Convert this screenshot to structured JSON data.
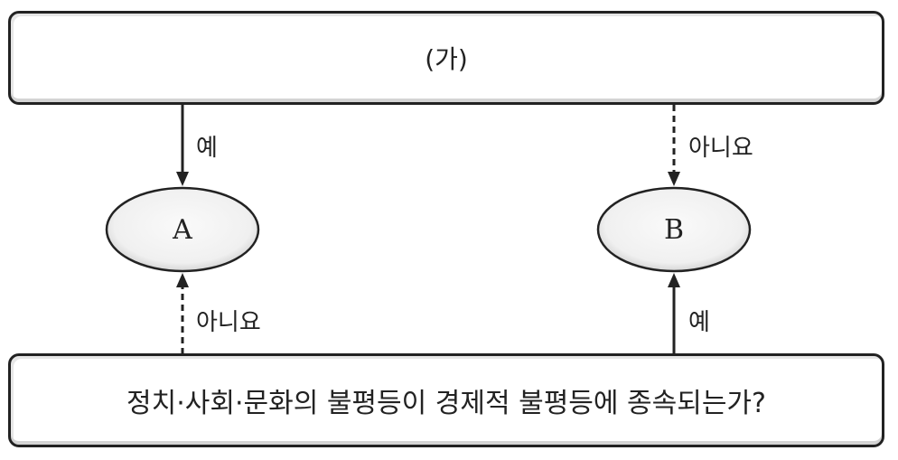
{
  "top_box": {
    "label": "(가)"
  },
  "bottom_box": {
    "label": "정치·사회·문화의 불평등이 경제적 불평등에 종속되는가?"
  },
  "nodes": {
    "a": "A",
    "b": "B"
  },
  "edges": {
    "top_to_a": "예",
    "top_to_b": "아니요",
    "bottom_to_a": "아니요",
    "bottom_to_b": "예"
  }
}
